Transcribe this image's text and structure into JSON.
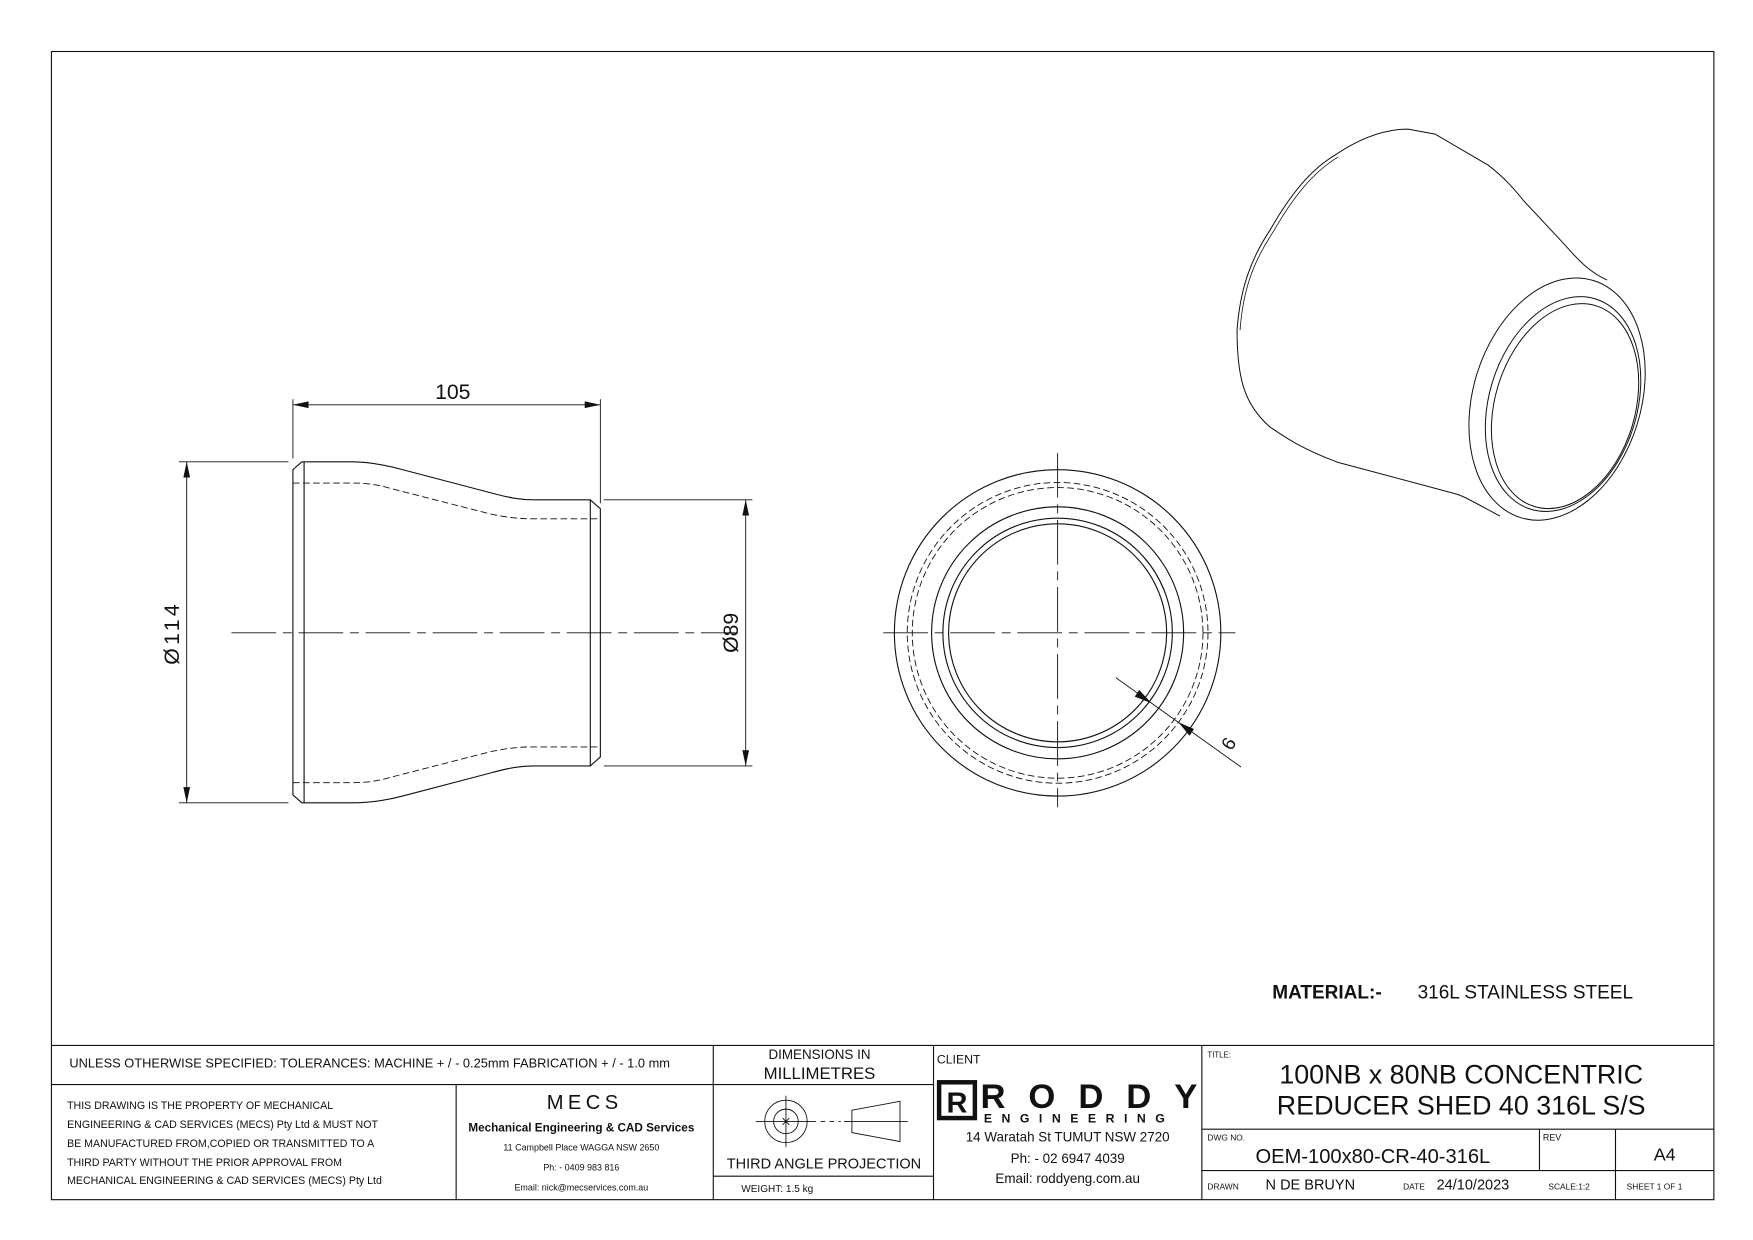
{
  "drawing": {
    "dimensions": {
      "length": "105",
      "large_diameter": "Ø114",
      "small_diameter": "Ø89",
      "wall_thickness": "6"
    },
    "material_label": "MATERIAL:-",
    "material_value": "316L STAINLESS STEEL"
  },
  "title_block": {
    "tolerances": "UNLESS OTHERWISE SPECIFIED: TOLERANCES: MACHINE + / - 0.25mm  FABRICATION + / - 1.0 mm",
    "dimensions_in": "DIMENSIONS IN",
    "units": "MILLIMETRES",
    "property_notice": [
      "THIS DRAWING IS THE PROPERTY OF MECHANICAL",
      "ENGINEERING & CAD SERVICES (MECS) Pty Ltd & MUST NOT",
      "BE MANUFACTURED FROM,COPIED OR TRANSMITTED TO A",
      "THIRD PARTY WITHOUT THE PRIOR APPROVAL FROM",
      "MECHANICAL ENGINEERING & CAD SERVICES (MECS) Pty Ltd"
    ],
    "mecs": {
      "logo": "MECS",
      "name": "Mechanical Engineering & CAD Services",
      "address": "11 Campbell Place WAGGA NSW 2650",
      "phone": "Ph: - 0409 983 816",
      "email": "Email: nick@mecservices.com.au"
    },
    "projection": "THIRD ANGLE PROJECTION",
    "weight": "WEIGHT: 1.5 kg",
    "client": {
      "label": "CLIENT",
      "logo_main": "RODDY",
      "logo_sub": "ENGINEERING",
      "address": "14 Waratah St TUMUT NSW 2720",
      "phone": "Ph: - 02 6947 4039",
      "email": "Email: roddyeng.com.au"
    },
    "title_label": "TITLE:",
    "title_line1": "100NB x 80NB CONCENTRIC",
    "title_line2": "REDUCER SHED 40 316L S/S",
    "dwg_no_label": "DWG NO.",
    "dwg_no": "OEM-100x80-CR-40-316L",
    "rev_label": "REV",
    "size": "A4",
    "drawn_label": "DRAWN",
    "drawn_by": "N DE BRUYN",
    "date_label": "DATE",
    "date": "24/10/2023",
    "scale": "SCALE:1:2",
    "sheet": "SHEET 1 OF 1"
  }
}
